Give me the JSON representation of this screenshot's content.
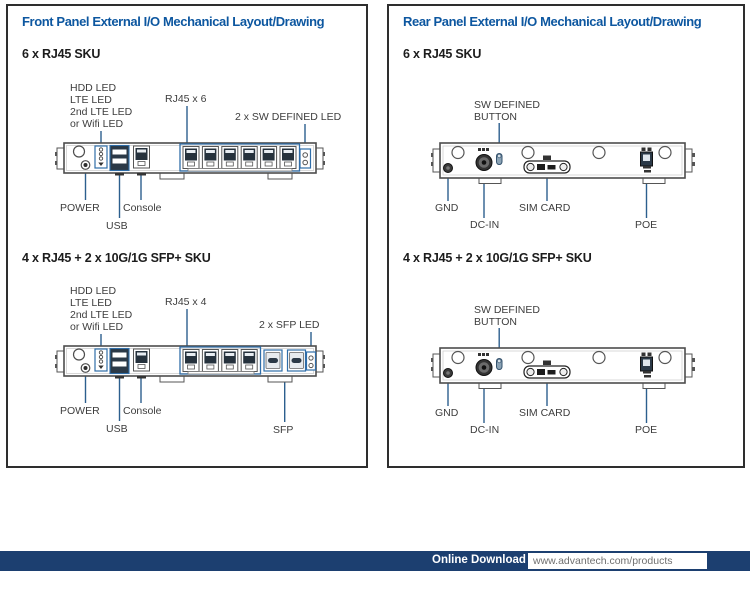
{
  "front_panel": {
    "title": "Front Panel External I/O Mechanical Layout/Drawing",
    "sections": [
      {
        "heading": "6 x RJ45 SKU",
        "labels": {
          "led_lines": [
            "HDD LED",
            "LTE LED",
            "2nd LTE LED",
            "or Wifi LED"
          ],
          "ports": "RJ45 x 6",
          "right_led": "2 x SW DEFINED LED",
          "power": "POWER",
          "usb": "USB",
          "console": "Console"
        }
      },
      {
        "heading": "4 x RJ45 + 2 x 10G/1G SFP+ SKU",
        "labels": {
          "led_lines": [
            "HDD LED",
            "LTE LED",
            "2nd LTE LED",
            "or Wifi LED"
          ],
          "ports": "RJ45 x 4",
          "right_led": "2 x SFP LED",
          "power": "POWER",
          "usb": "USB",
          "console": "Console",
          "sfp": "SFP"
        }
      }
    ]
  },
  "rear_panel": {
    "title": "Rear Panel External I/O Mechanical Layout/Drawing",
    "sections": [
      {
        "heading": "6 x RJ45 SKU",
        "labels": {
          "button_lines": [
            "SW DEFINED",
            "BUTTON"
          ],
          "gnd": "GND",
          "dc_in": "DC-IN",
          "sim": "SIM CARD",
          "poe": "POE"
        }
      },
      {
        "heading": "4 x RJ45 + 2 x 10G/1G SFP+ SKU",
        "labels": {
          "button_lines": [
            "SW DEFINED",
            "BUTTON"
          ],
          "gnd": "GND",
          "dc_in": "DC-IN",
          "sim": "SIM CARD",
          "poe": "POE"
        }
      }
    ]
  },
  "footer": {
    "download_label": "Online Download",
    "url": "www.advantech.com/products"
  },
  "colors": {
    "accent_blue": "#0d57a0",
    "leader_blue": "#2c5f8e",
    "port_blue": "#2f6da8",
    "footer_navy": "#1c3f70"
  }
}
